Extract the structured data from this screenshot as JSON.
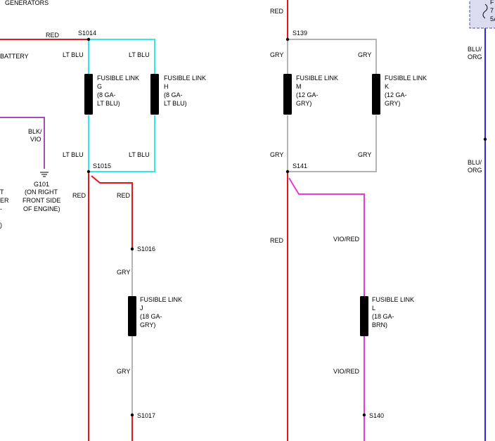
{
  "colors": {
    "red": "#e8141c",
    "lt_blu": "#33e6f0",
    "gry": "#b4b4b4",
    "vio": "#a050b0",
    "vio_red": "#e83ad8",
    "blu": "#2a2ad6",
    "link": "#000000",
    "fuse_box_fill": "#dcdcf0",
    "fuse_box_border": "#5050a0"
  },
  "header": {
    "generators": "GENERATORS"
  },
  "left": {
    "battery": "BATTERY",
    "cut_lines": [
      "T",
      "ER",
      "-",
      ")"
    ]
  },
  "ground": {
    "name": "G101",
    "location": [
      "(ON RIGHT",
      "FRONT SIDE",
      "OF ENGINE)"
    ]
  },
  "splices": {
    "s1014": "S1014",
    "s1015": "S1015",
    "s1016": "S1016",
    "s1017": "S1017",
    "s139": "S139",
    "s141": "S141",
    "s140": "S140"
  },
  "wires": {
    "red": "RED",
    "lt_blu": "LT BLU",
    "gry": "GRY",
    "blk_vio": [
      "BLK/",
      "VIO"
    ],
    "vio_red": "VIO/RED",
    "blu_org": [
      "BLU/",
      "ORG"
    ]
  },
  "fusible_links": {
    "g": [
      "FUSIBLE LINK",
      "G",
      "(8 GA-",
      "LT BLU)"
    ],
    "h": [
      "FUSIBLE LINK",
      "H",
      "(8 GA-",
      "LT BLU)"
    ],
    "j": [
      "FUSIBLE LINK",
      "J",
      "(18 GA-",
      "GRY)"
    ],
    "m": [
      "FUSIBLE LINK",
      "M",
      "(12 GA-",
      "GRY)"
    ],
    "k": [
      "FUSIBLE LINK",
      "K",
      "(12 GA-",
      "GRY)"
    ],
    "l": [
      "FUSIBLE LINK",
      "L",
      "(18 GA-",
      "BRN)"
    ]
  },
  "fuse_box": {
    "lines": [
      "F",
      "7",
      "5A"
    ]
  }
}
